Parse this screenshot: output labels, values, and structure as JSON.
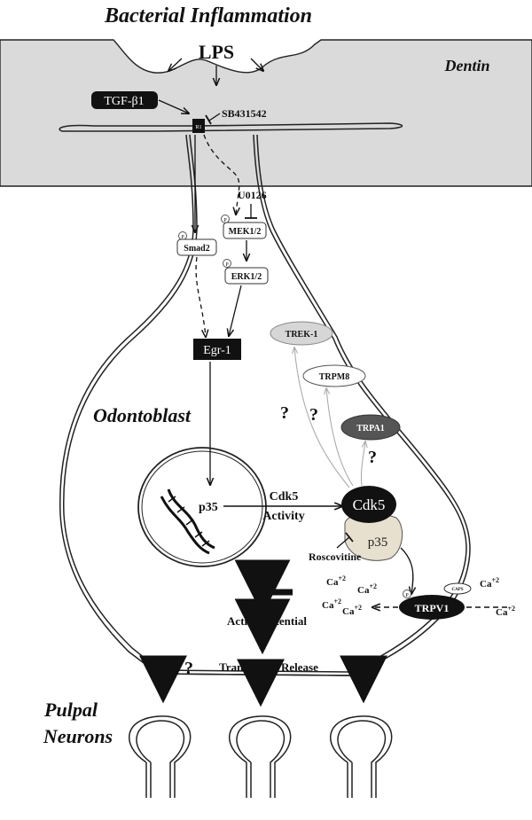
{
  "title": "Bacterial Inflammation",
  "region_dentin": "Dentin",
  "lps": "LPS",
  "tgf": "TGF-β1",
  "receptor": "R1",
  "sb": "SB431542",
  "u0126": "U0126",
  "mek": "MEK1/2",
  "erk": "ERK1/2",
  "smad": "Smad2",
  "egr": "Egr-1",
  "phospho": "P",
  "odontoblast": "Odontoblast",
  "p35_nucleus": "p35",
  "cdk5_activity_line1": "Cdk5",
  "cdk5_activity_line2": "Activity",
  "cdk5": "Cdk5",
  "p35": "p35",
  "roscovitine": "Roscovitine",
  "trek": "TREK-1",
  "trpm8": "TRPM8",
  "trpa1": "TRPA1",
  "trpv1": "TRPV1",
  "caps": "CAPS",
  "question": "?",
  "ca": "Ca",
  "ca_sup": "+2",
  "action_potential": "Action Potential",
  "transmitter_release": "Transmitter Release",
  "pulpal_line1": "Pulpal",
  "pulpal_line2": "Neurons"
}
